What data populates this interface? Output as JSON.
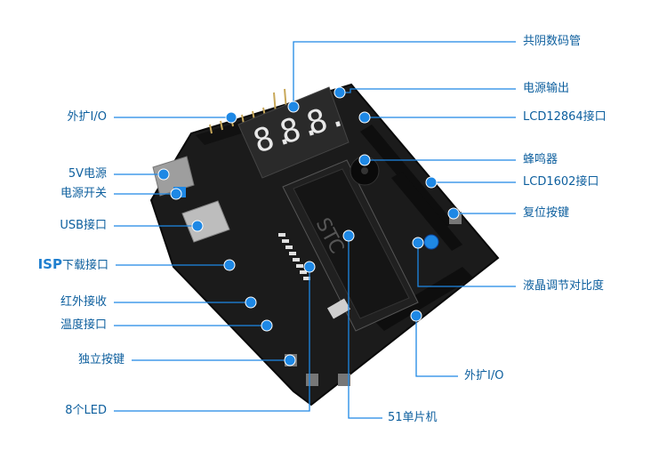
{
  "labels": {
    "common_anode_display": "共阴数码管",
    "power_output": "电源输出",
    "lcd12864": "LCD12864接口",
    "buzzer": "蜂鸣器",
    "lcd1602": "LCD1602接口",
    "reset_button": "复位按键",
    "lcd_contrast": "液晶调节对比度",
    "ext_io_bottom": "外扩I/O",
    "mcu_51": "51单片机",
    "leds_8": "8个LED",
    "independent_keys": "独立按键",
    "temp_interface": "温度接口",
    "ir_receiver": "红外接收",
    "isp_prefix": "ISP",
    "isp_download": "下载接口",
    "usb_interface": "USB接口",
    "power_switch": "电源开关",
    "power_5v": "5V电源",
    "ext_io_left": "外扩I/O"
  },
  "board": {
    "display_digits": [
      "8.",
      "8.",
      "8."
    ],
    "chip_text": "STC"
  },
  "colors": {
    "accent": "#1e88e5",
    "label": "#0d5f9e",
    "pcb": "#1b1b1b",
    "pcb_edge": "#0a0a0a",
    "display": "#2a2a2a",
    "segment": "#e8e8e8",
    "header": "#111111",
    "pin": "#c8a85a"
  }
}
